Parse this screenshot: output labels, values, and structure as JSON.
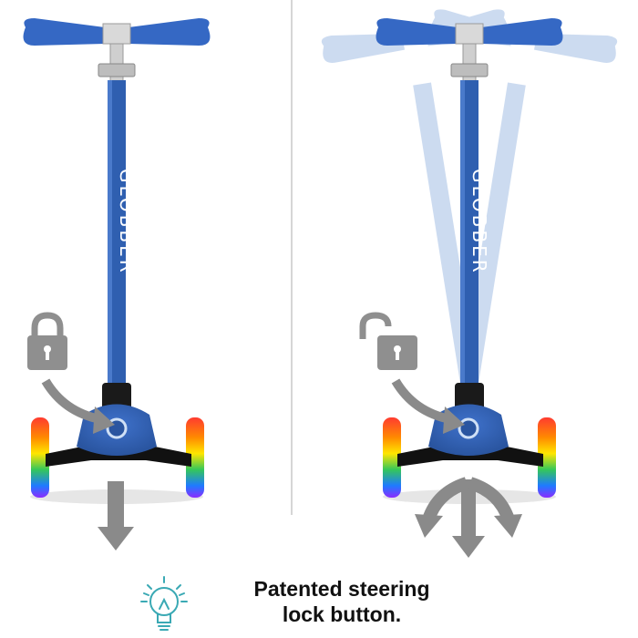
{
  "brand": "GLOBBER",
  "caption": {
    "line1": "Patented steering",
    "line2": "lock button."
  },
  "colors": {
    "scooter_blue": "#2f5fb0",
    "handle_blue": "#3568c4",
    "ghost_blue": "#b8cdea",
    "arrow_gray": "#8a8a8a",
    "lock_gray": "#8f8f8f",
    "bulb_teal": "#3aa9b4"
  },
  "icons": {
    "left_lock": "locked-padlock-icon",
    "right_lock": "unlocked-padlock-icon",
    "caption_icon": "lightbulb-icon"
  }
}
